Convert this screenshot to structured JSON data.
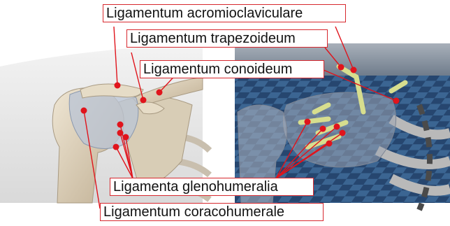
{
  "labels": {
    "acromioclaviculare": "Ligamentum acromioclaviculare",
    "trapezoideum": "Ligamentum trapezoideum",
    "conoideum": "Ligamentum conoideum",
    "glenohumeralia": "Ligamenta glenohumeralia",
    "coracohumerale": "Ligamentum coracohumerale"
  },
  "colors": {
    "leader": "#e0141c",
    "label_border": "#d7282e",
    "floor_dark": "#26466f",
    "floor_light": "#3b6592",
    "ligament_model": "#d7de8e"
  }
}
